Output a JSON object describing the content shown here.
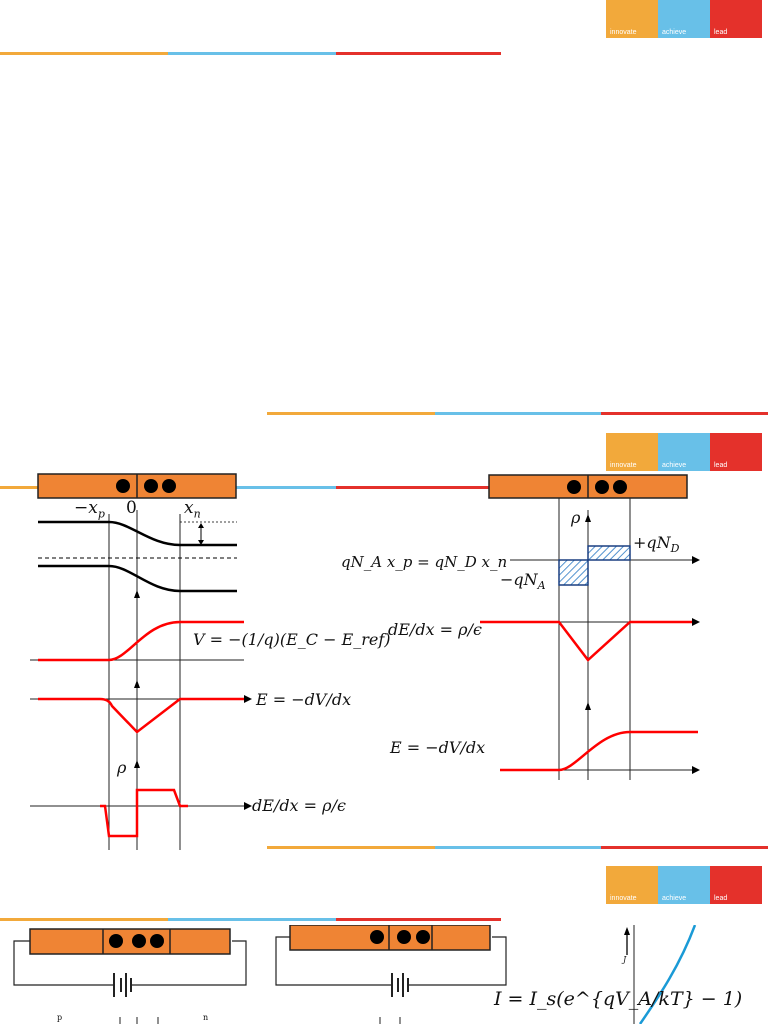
{
  "colors": {
    "orange": "#f2a93b",
    "blue": "#68c0e8",
    "red": "#e4312b",
    "bar": "#ef8434",
    "curve_red": "#ff0000",
    "curve_blue": "#1a9ad6"
  },
  "logo": {
    "words": [
      "innovate",
      "achieve",
      "lead"
    ]
  },
  "panel1": {
    "labels": {
      "minus_xp": "−x",
      "minus_xp_sub": "p",
      "zero": "0",
      "xn": "x",
      "xn_sub": "n",
      "rho": "ρ",
      "eq_V": "V = −(1/q)(E_C − E_ref)",
      "eq_E": "E = −dV/dx",
      "eq_dE": "dE/dx = ρ/ϵ"
    }
  },
  "panel2": {
    "labels": {
      "rho": "ρ",
      "plus_qND": "+qN",
      "plus_qND_sub": "D",
      "minus_qNA": "−qN",
      "minus_qNA_sub": "A",
      "charge_balance": "qN_A x_p = qN_D x_n",
      "eq_dE": "dE/dx = ρ/ϵ",
      "eq_E": "E = −dV/dx"
    }
  },
  "panel3": {
    "labels": {
      "p": "p",
      "n": "n",
      "J": "J",
      "diode_eq": "I = I_s(e^{qV_A/kT} − 1)"
    }
  }
}
